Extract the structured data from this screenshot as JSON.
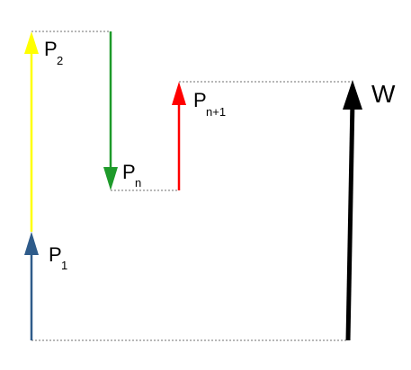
{
  "arrows": [
    {
      "id": "p1",
      "label": "P",
      "subscript": "1",
      "color": "#2e5b8a"
    },
    {
      "id": "p2",
      "label": "P",
      "subscript": "2",
      "color": "#ffff00"
    },
    {
      "id": "pn",
      "label": "P",
      "subscript": "n",
      "color": "#1e9a2a"
    },
    {
      "id": "pn1",
      "label": "P",
      "subscript": "n+1",
      "color": "#ff0000"
    },
    {
      "id": "w",
      "label": "W",
      "subscript": "",
      "color": "#000000"
    }
  ],
  "guide_color": "#8c8c8c"
}
